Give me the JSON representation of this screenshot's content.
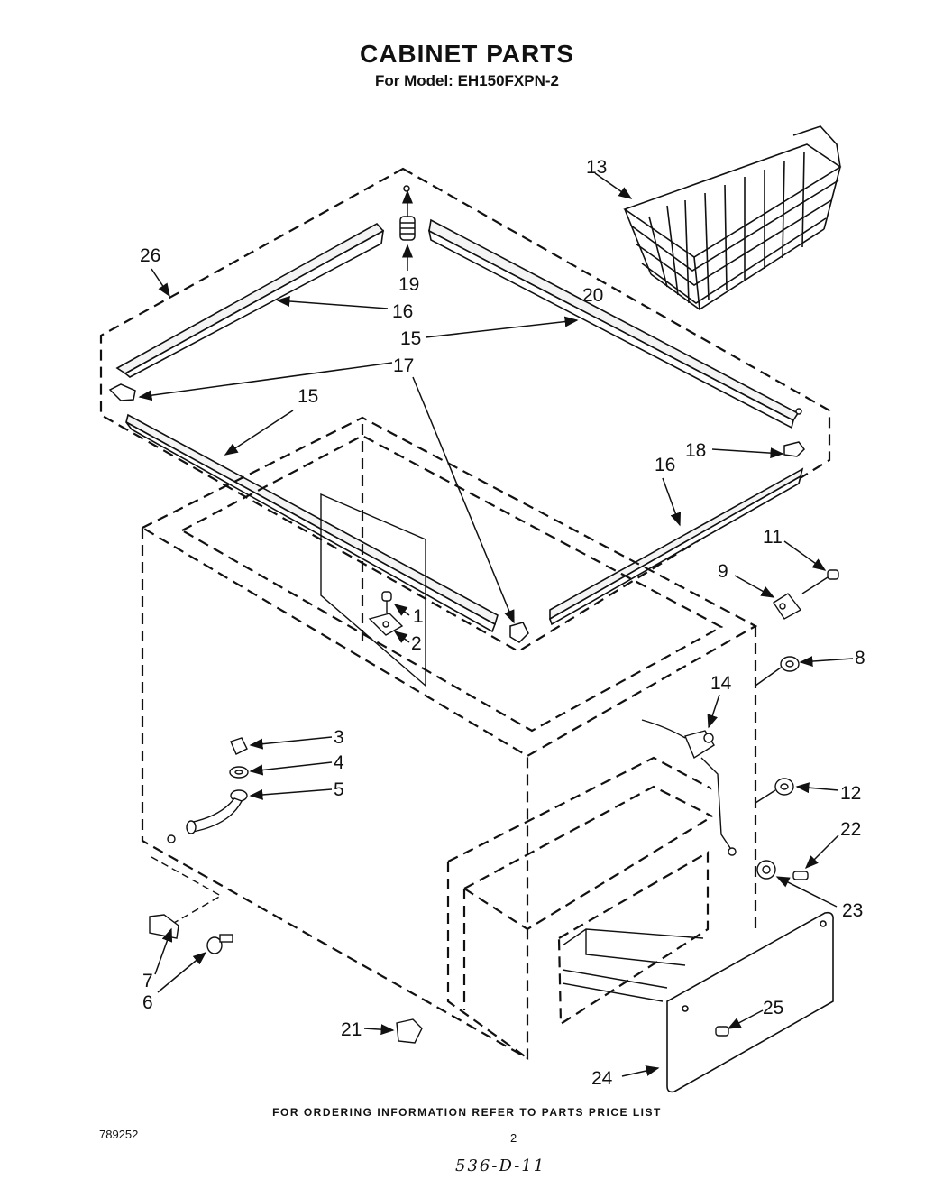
{
  "header": {
    "title": "CABINET PARTS",
    "subtitle": "For Model: EH150FXPN-2"
  },
  "footer": {
    "ordering_note": "FOR ORDERING INFORMATION REFER TO PARTS PRICE LIST",
    "document_number": "789252",
    "page_number": "2",
    "handwritten_note": "536-D-11"
  },
  "callouts": {
    "c1": "1",
    "c2": "2",
    "c3": "3",
    "c4": "4",
    "c5": "5",
    "c6": "6",
    "c7": "7",
    "c8": "8",
    "c9": "9",
    "c11": "11",
    "c12": "12",
    "c13": "13",
    "c14": "14",
    "c15a": "15",
    "c15b": "15",
    "c16a": "16",
    "c16b": "16",
    "c17": "17",
    "c18": "18",
    "c19": "19",
    "c20": "20",
    "c21": "21",
    "c22": "22",
    "c23": "23",
    "c24": "24",
    "c25": "25",
    "c26": "26"
  }
}
